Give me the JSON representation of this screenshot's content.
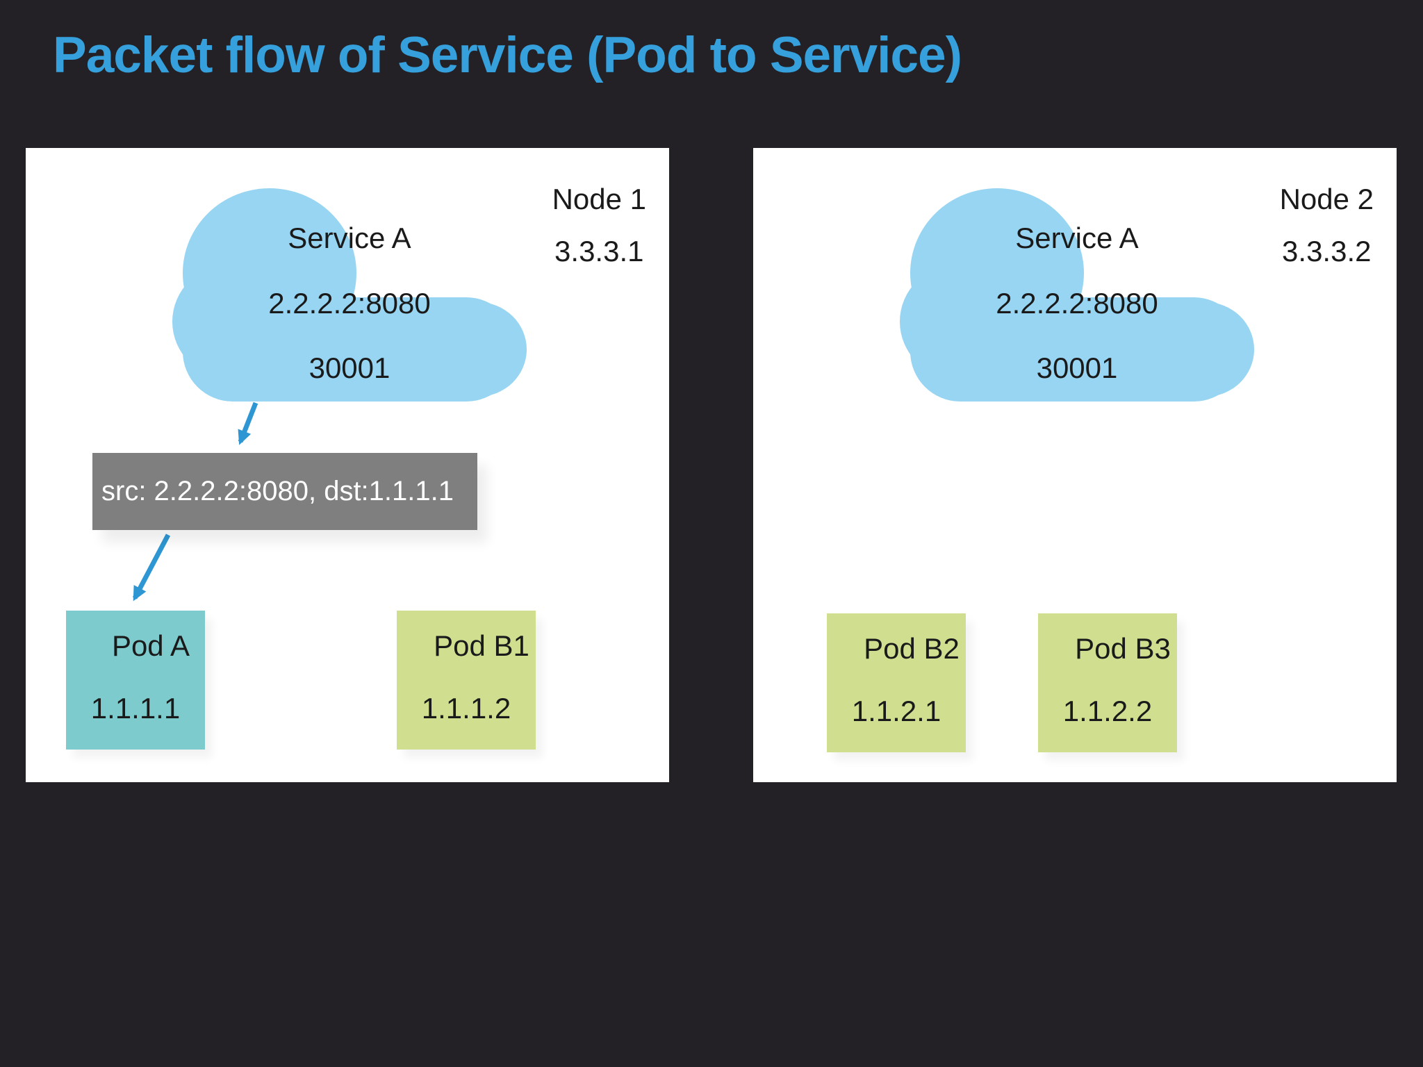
{
  "title": "Packet flow of Service (Pod to Service)",
  "colors": {
    "background": "#232126",
    "title": "#35A0DC",
    "panel": "#FFFFFF",
    "cloud": "#97D5F2",
    "arrow": "#2E97D3",
    "packet_box": "#7F7F7F",
    "packet_text": "#FFFFFF",
    "pod_teal": "#7ECBCE",
    "pod_green": "#CFDE8F",
    "text": "#1A1A1A"
  },
  "nodes": [
    {
      "name": "Node 1",
      "ip": "3.3.3.1",
      "service": {
        "name": "Service A",
        "cluster_endpoint": "2.2.2.2:8080",
        "node_port": "30001"
      },
      "packet_label": "src: 2.2.2.2:8080, dst:1.1.1.1",
      "pods": [
        {
          "name": "Pod A",
          "ip": "1.1.1.1"
        },
        {
          "name": "Pod B1",
          "ip": "1.1.1.2"
        }
      ]
    },
    {
      "name": "Node 2",
      "ip": "3.3.3.2",
      "service": {
        "name": "Service A",
        "cluster_endpoint": "2.2.2.2:8080",
        "node_port": "30001"
      },
      "pods": [
        {
          "name": "Pod B2",
          "ip": "1.1.2.1"
        },
        {
          "name": "Pod B3",
          "ip": "1.1.2.2"
        }
      ]
    }
  ]
}
